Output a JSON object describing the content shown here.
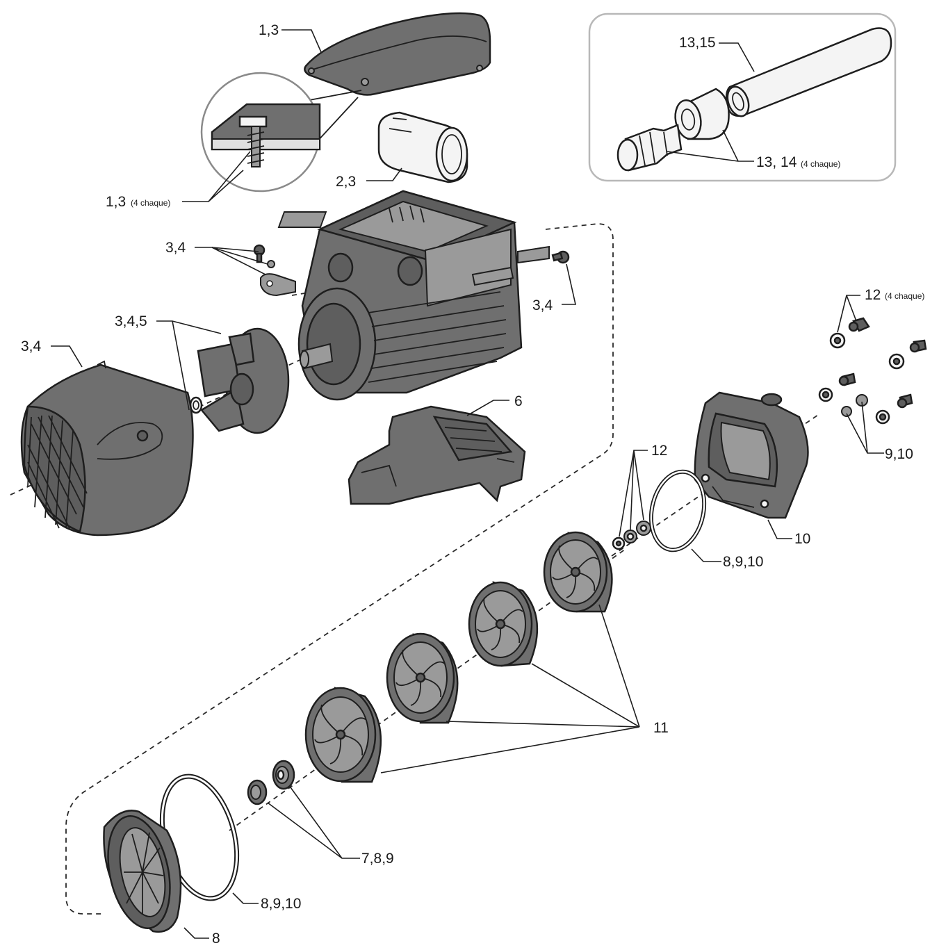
{
  "callouts": [
    {
      "id": "cover-top",
      "num": "1,3",
      "note": ""
    },
    {
      "id": "cover-screws",
      "num": "1,3",
      "note": "(4 chaque)"
    },
    {
      "id": "capacitor",
      "num": "2,3",
      "note": ""
    },
    {
      "id": "hose",
      "num": "13,15",
      "note": ""
    },
    {
      "id": "hose-fittings",
      "num": "13, 14",
      "note": "(4 chaque)"
    },
    {
      "id": "clamp-screws",
      "num": "3,4",
      "note": ""
    },
    {
      "id": "shaft-screw",
      "num": "3,4",
      "note": ""
    },
    {
      "id": "fan",
      "num": "3,4,5",
      "note": ""
    },
    {
      "id": "fan-cover",
      "num": "3,4",
      "note": ""
    },
    {
      "id": "base",
      "num": "6",
      "note": ""
    },
    {
      "id": "bolts-top",
      "num": "12",
      "note": "(4 chaque)"
    },
    {
      "id": "bolts-mid",
      "num": "9,10",
      "note": ""
    },
    {
      "id": "nuts",
      "num": "12",
      "note": ""
    },
    {
      "id": "pump-head",
      "num": "10",
      "note": ""
    },
    {
      "id": "oring-upper",
      "num": "8,9,10",
      "note": ""
    },
    {
      "id": "impellers",
      "num": "11",
      "note": ""
    },
    {
      "id": "seal-bushings",
      "num": "7,8,9",
      "note": ""
    },
    {
      "id": "oring-lower",
      "num": "8,9,10",
      "note": ""
    },
    {
      "id": "end-plate",
      "num": "8",
      "note": ""
    }
  ]
}
